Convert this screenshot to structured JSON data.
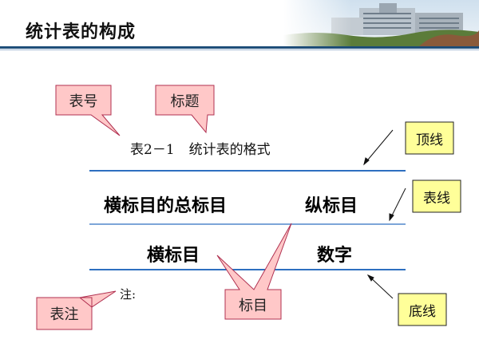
{
  "header": {
    "title": "统计表的构成",
    "accent_color": "#1f4e79"
  },
  "table": {
    "caption_number": "表2－1",
    "caption_title": "统计表的格式",
    "head_left": "横标目的总标目",
    "head_right": "纵标目",
    "body_left": "横标目",
    "body_right": "数字",
    "note": "注:",
    "rule_color": "#2e6fc0"
  },
  "callouts": {
    "table_number": "表号",
    "title": "标题",
    "top_line": "顶线",
    "header_line": "表线",
    "bottom_line": "底线",
    "table_note": "表注",
    "label": "标目"
  },
  "colors": {
    "pink_fill": "#ffc8c8",
    "pink_stroke": "#b03050",
    "yellow_fill": "#ffff99",
    "yellow_stroke": "#222222"
  }
}
